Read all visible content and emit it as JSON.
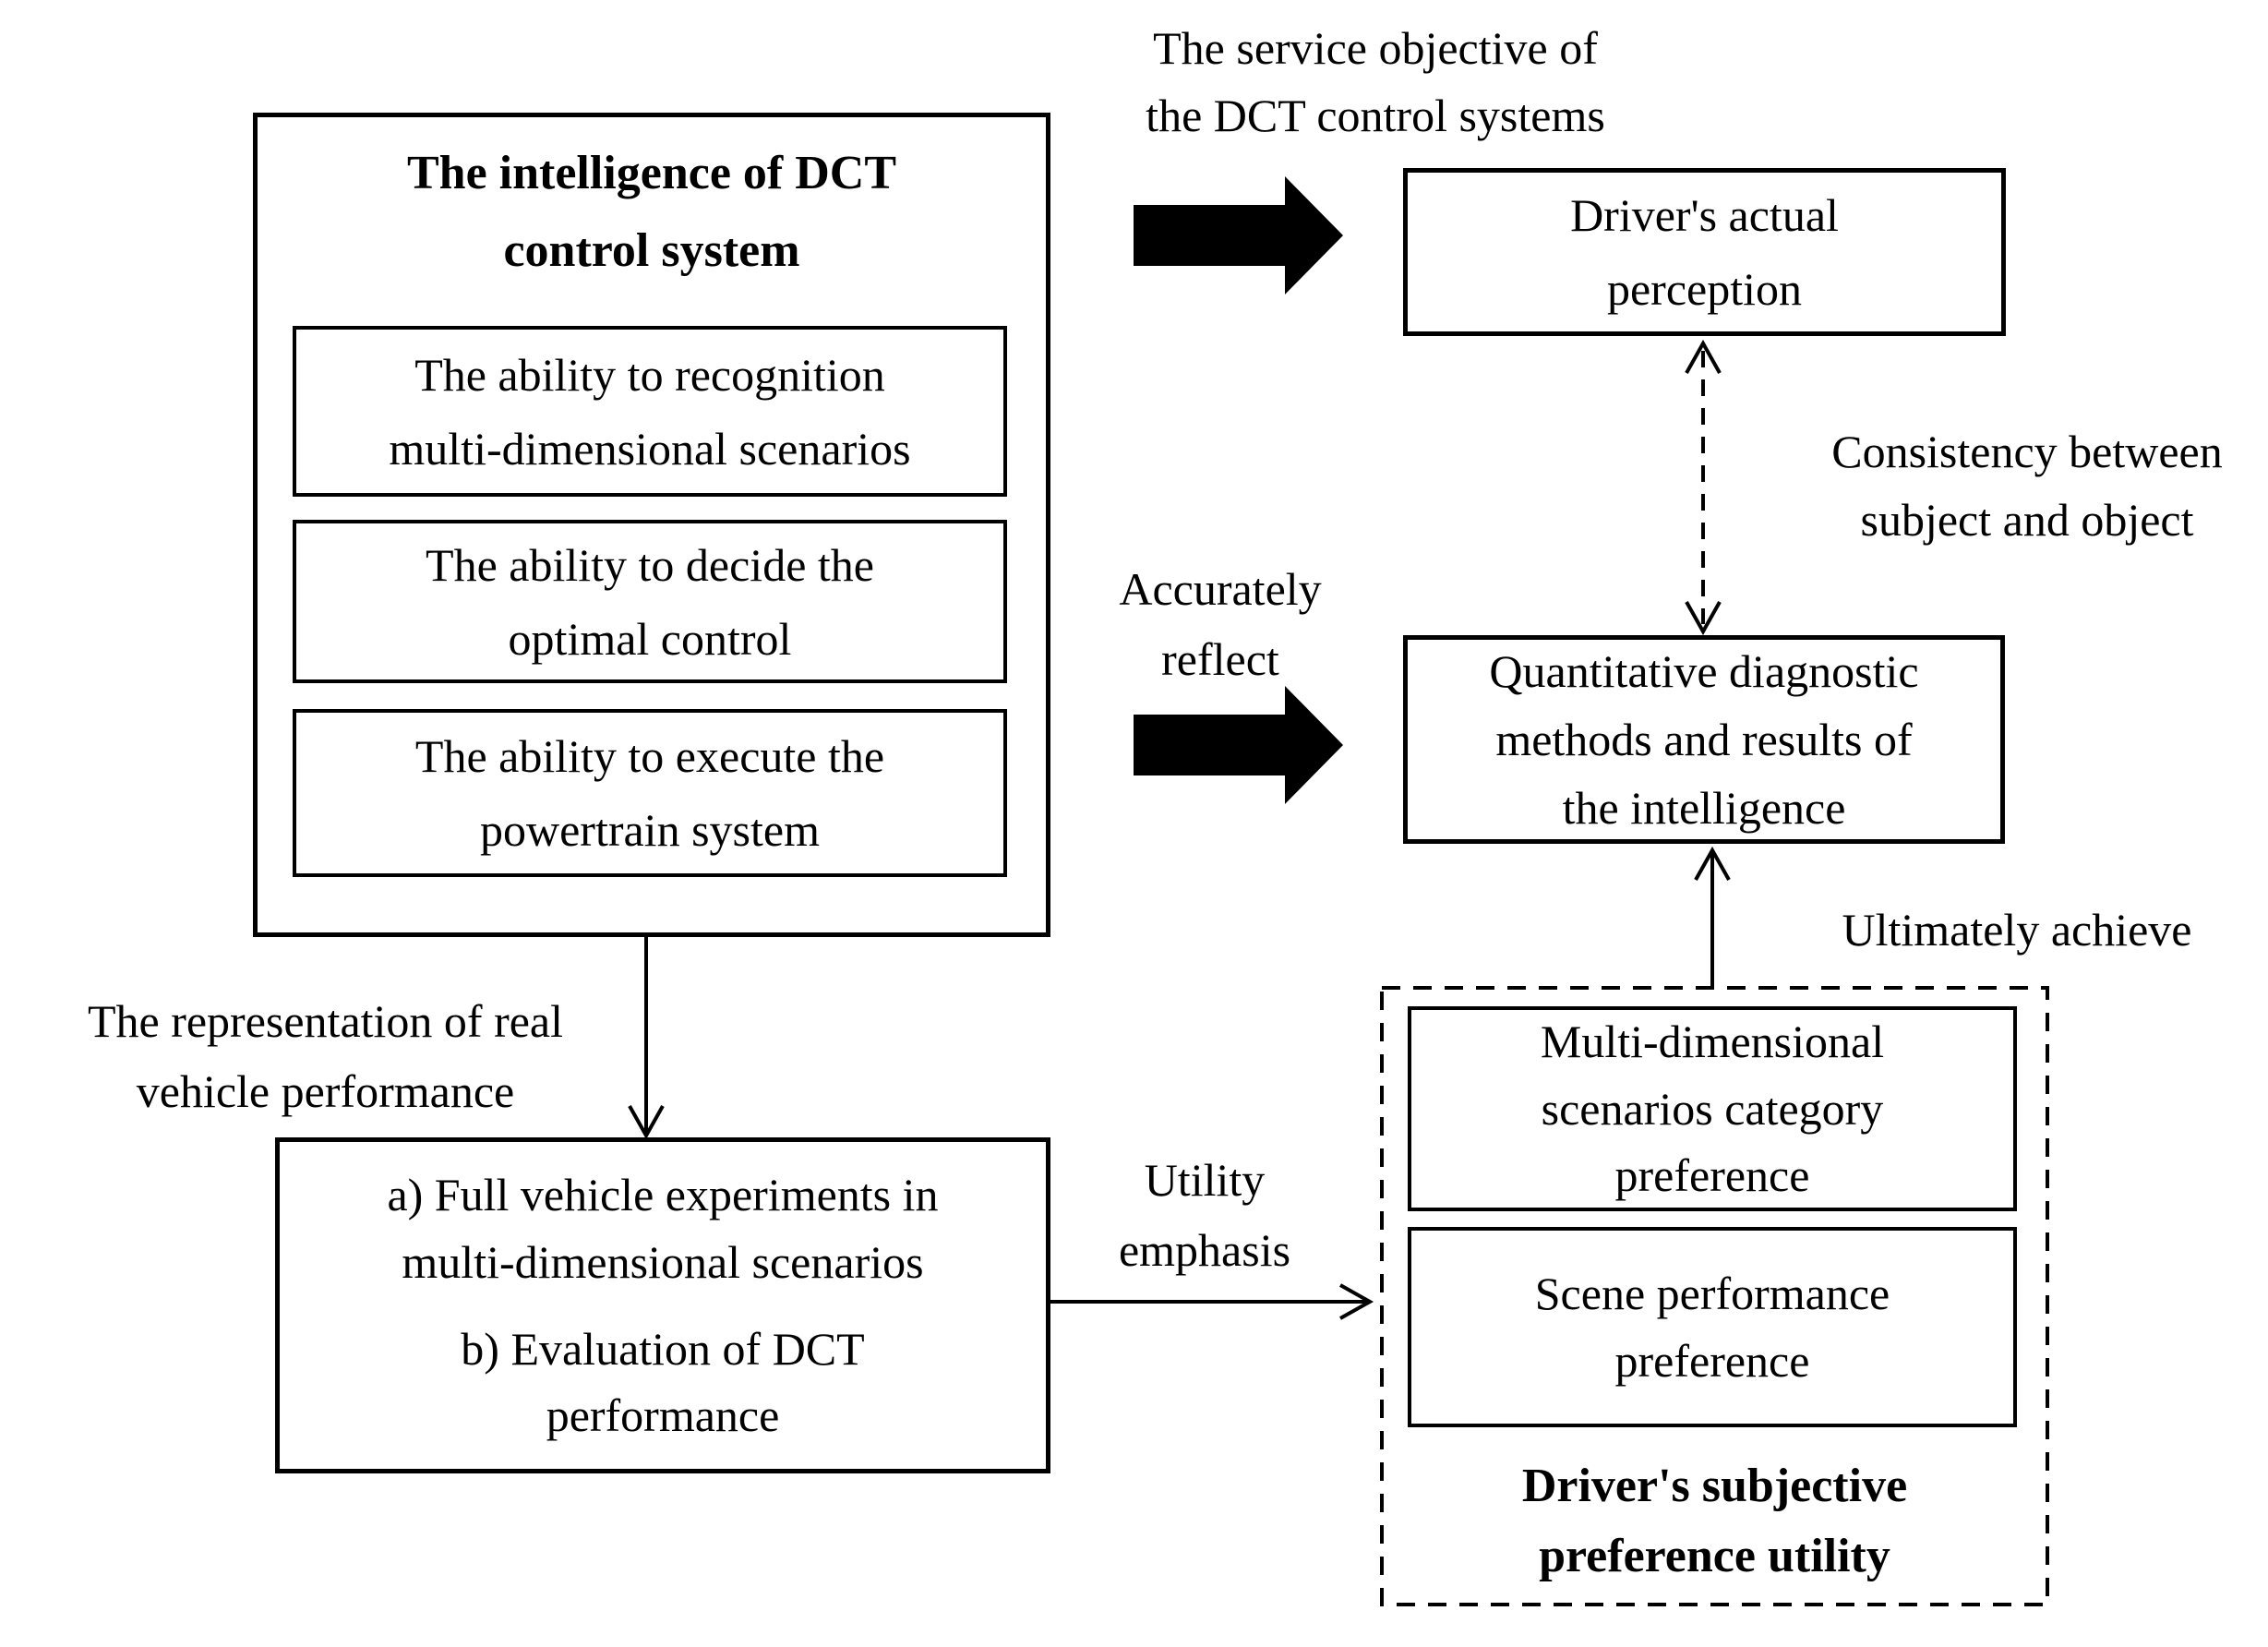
{
  "labels": {
    "service_objective": "The service objective of\nthe DCT control systems",
    "consistency": "Consistency between\nsubject and object",
    "accurately_reflect": "Accurately\nreflect",
    "ultimately_achieve": "Ultimately achieve",
    "representation": "The representation of real\nvehicle performance",
    "utility_emphasis": "Utility\nemphasis"
  },
  "intelligence": {
    "title": "The intelligence of DCT\ncontrol system",
    "abilities": {
      "recognition": "The ability to recognition\nmulti-dimensional scenarios",
      "decision": "The ability to decide the\noptimal control",
      "execution": "The ability to execute the\npowertrain system"
    }
  },
  "boxes": {
    "drivers_perception": "Driver's actual\nperception",
    "quantitative": "Quantitative diagnostic\nmethods and results of\nthe intelligence",
    "experiments": "a) Full vehicle experiments in\nmulti-dimensional scenarios",
    "evaluation": "b) Evaluation of DCT\nperformance"
  },
  "preference": {
    "category": "Multi-dimensional\nscenarios category\npreference",
    "scene": "Scene performance\npreference",
    "title": "Driver's subjective\npreference utility"
  },
  "colors": {
    "ink": "#000000",
    "paper": "#ffffff"
  }
}
